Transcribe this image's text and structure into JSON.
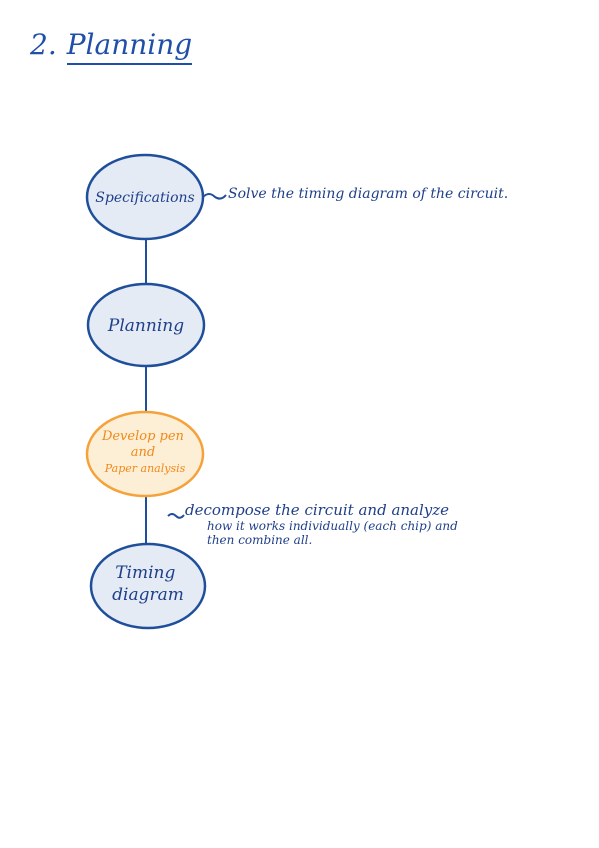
{
  "title": {
    "number": "2.",
    "text": "Planning"
  },
  "nodes": [
    {
      "id": "specifications",
      "lines": [
        "Specifications"
      ],
      "color": "#1f4f9a",
      "fill": "#e4ebf5"
    },
    {
      "id": "planning",
      "lines": [
        "Planning"
      ],
      "color": "#1f4f9a",
      "fill": "#e4ebf5"
    },
    {
      "id": "develop",
      "lines": [
        "Develop pen",
        "and",
        "Paper analysis"
      ],
      "color": "#f5a23a",
      "fill": "#fdeed6"
    },
    {
      "id": "timing",
      "lines": [
        "Timing",
        "diagram"
      ],
      "color": "#1f4f9a",
      "fill": "#e4ebf5"
    }
  ],
  "notes": {
    "spec_note": "Solve the timing diagram of the circuit.",
    "develop_note_line1": "decompose the circuit and analyze",
    "develop_note_line2": "how it works individually (each chip) and",
    "develop_note_line3": "then combine all."
  },
  "colors": {
    "ink": "#1f3f8a",
    "accent": "#f5a23a"
  }
}
